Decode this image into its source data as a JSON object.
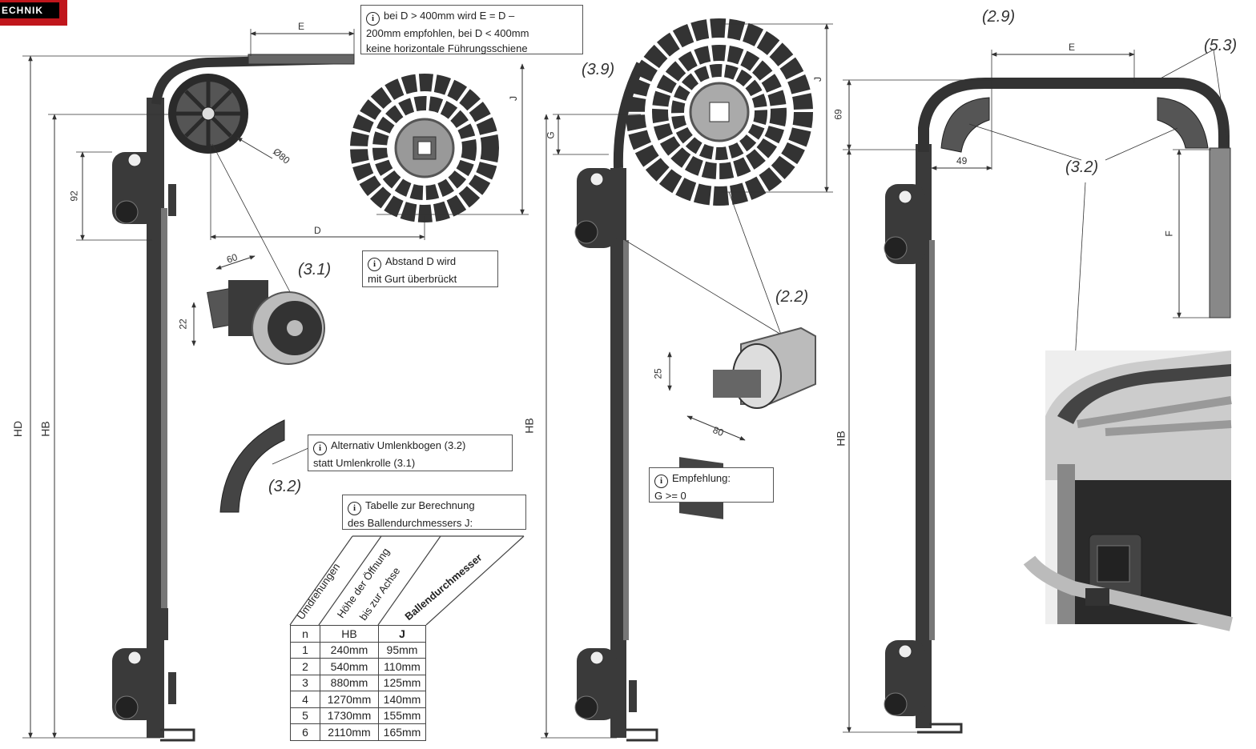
{
  "logo": {
    "text": "ECHNIK"
  },
  "notes": {
    "e_rule": {
      "line1": "bei D > 400mm wird E = D –",
      "line2": "200mm empfohlen, bei D < 400mm",
      "line3": "keine horizontale Führungsschiene"
    },
    "abstand": {
      "line1": "Abstand D wird",
      "line2": "mit Gurt überbrückt"
    },
    "alternativ": {
      "line1": "Alternativ Umlenkbogen (3.2)",
      "line2": "statt Umlenkrolle (3.1)"
    },
    "tabelle": {
      "line1": "Tabelle zur Berechnung",
      "line2": "des Ballendurchmessers J:"
    },
    "empfehlung": {
      "line1": "Empfehlung:",
      "line2": "G >= 0"
    }
  },
  "refs": {
    "r31": "(3.1)",
    "r32a": "(3.2)",
    "r39": "(3.9)",
    "r22": "(2.2)",
    "r29": "(2.9)",
    "r53": "(5.3)",
    "r32b": "(3.2)"
  },
  "dims": {
    "E": "E",
    "J": "J",
    "D": "D",
    "d92": "92",
    "d80": "Ø80",
    "d60": "60",
    "d22": "22",
    "HD": "HD",
    "HB": "HB",
    "G": "G",
    "d25": "25",
    "d80b": "80",
    "d69": "69",
    "d49": "49",
    "F": "F"
  },
  "table": {
    "headers": {
      "col1": "Umdrehungen",
      "col2a": "Höhe der Öffnung",
      "col2b": "bis zur Achse",
      "col3": "Ballendurchmesser"
    },
    "subheaders": [
      "n",
      "HB",
      "J"
    ],
    "rows": [
      [
        "1",
        "240mm",
        "95mm"
      ],
      [
        "2",
        "540mm",
        "110mm"
      ],
      [
        "3",
        "880mm",
        "125mm"
      ],
      [
        "4",
        "1270mm",
        "140mm"
      ],
      [
        "5",
        "1730mm",
        "155mm"
      ],
      [
        "6",
        "2110mm",
        "165mm"
      ]
    ]
  }
}
